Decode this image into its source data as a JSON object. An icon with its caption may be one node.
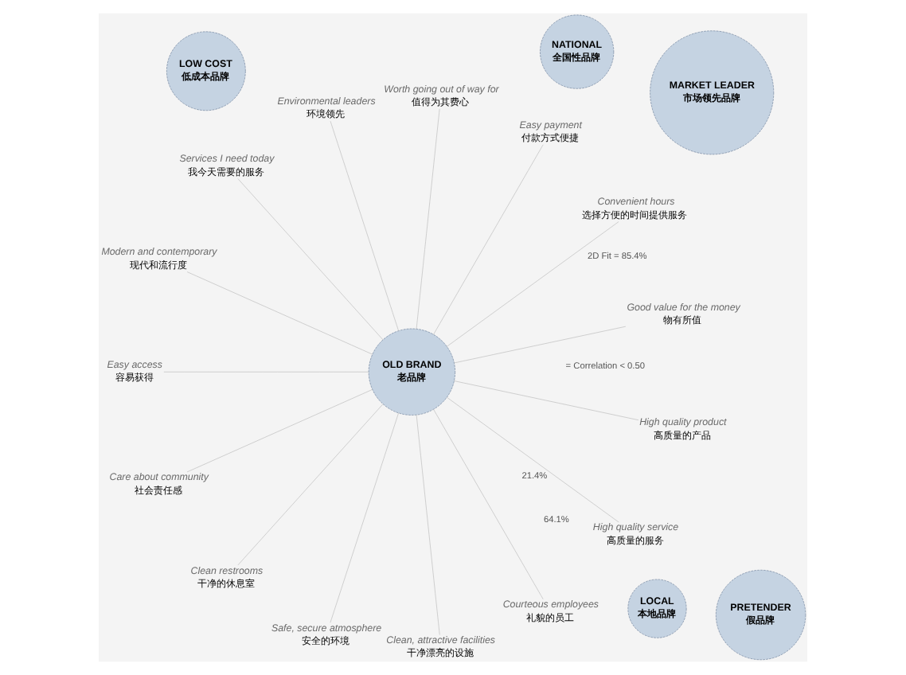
{
  "diagram": {
    "nodes": [
      {
        "text": [
          "LOW COST",
          "低成本品牌"
        ]
      },
      {
        "text": [
          "Good value for the money",
          "物有所值"
        ]
      },
      {
        "text": [
          "Convenient hours",
          "选择方便的时间提供服务"
        ]
      },
      {
        "text": [
          "Easy payment",
          "付款方式便捷"
        ]
      },
      {
        "text": [
          "Worth going out of way for",
          "值得为其费心"
        ]
      },
      {
        "text": [
          "Environmental leaders",
          "环境领先"
        ]
      },
      {
        "text": [
          "MARKET LEADER",
          "市场领先品牌"
        ]
      },
      {
        "text": [
          "Services I need today",
          "我今天需要的服务"
        ]
      },
      {
        "text": [
          "Modern and contemporary",
          "现代和流行度"
        ]
      },
      {
        "text": [
          "Easy access",
          "容易获得"
        ]
      },
      {
        "text": [
          "OLD BRAND",
          "老品牌"
        ]
      },
      {
        "text": [
          "Care about community",
          "社会责任感"
        ]
      },
      {
        "text": [
          "Clean restrooms",
          "干净的休息室"
        ]
      },
      {
        "text": [
          "Safe, secure atmosphere",
          "安全的环境"
        ]
      },
      {
        "text": [
          "NATIONAL",
          "全国性品牌"
        ]
      },
      {
        "text": [
          "Clean, attractive facilities",
          "干净漂亮的设施"
        ]
      },
      {
        "text": [
          "Courteous employees",
          "礼貌的员工"
        ]
      },
      {
        "text": [
          "High quality service",
          "高质量的服务"
        ]
      },
      {
        "text": [
          "LOCAL",
          "本地品牌"
        ]
      },
      {
        "text": [
          "High quality product",
          "高质量的产品"
        ]
      },
      {
        "text": [
          "PRETENDER",
          "假品牌"
        ]
      }
    ],
    "edges": [
      {
        "from": 10,
        "to": 1,
        "arrow": "none"
      },
      {
        "from": 10,
        "to": 2,
        "arrow": "none"
      },
      {
        "from": 10,
        "to": 3,
        "arrow": "none"
      },
      {
        "from": 10,
        "to": 4,
        "arrow": "none"
      },
      {
        "from": 10,
        "to": 5,
        "arrow": "none"
      },
      {
        "from": 10,
        "to": 7,
        "arrow": "none"
      },
      {
        "from": 10,
        "to": 8,
        "arrow": "none"
      },
      {
        "from": 10,
        "to": 9,
        "arrow": "none"
      },
      {
        "from": 10,
        "to": 11,
        "arrow": "none"
      },
      {
        "from": 10,
        "to": 12,
        "arrow": "none"
      },
      {
        "from": 10,
        "to": 13,
        "arrow": "none"
      },
      {
        "from": 10,
        "to": 15,
        "arrow": "none"
      },
      {
        "from": 10,
        "to": 16,
        "arrow": "none"
      },
      {
        "from": 10,
        "to": 17,
        "arrow": "none"
      },
      {
        "from": 10,
        "to": 19,
        "arrow": "none"
      }
    ],
    "labels": [
      "21.4%",
      "64.1%",
      "= Correlation < 0.50",
      "2D Fit = 85.4%"
    ]
  }
}
